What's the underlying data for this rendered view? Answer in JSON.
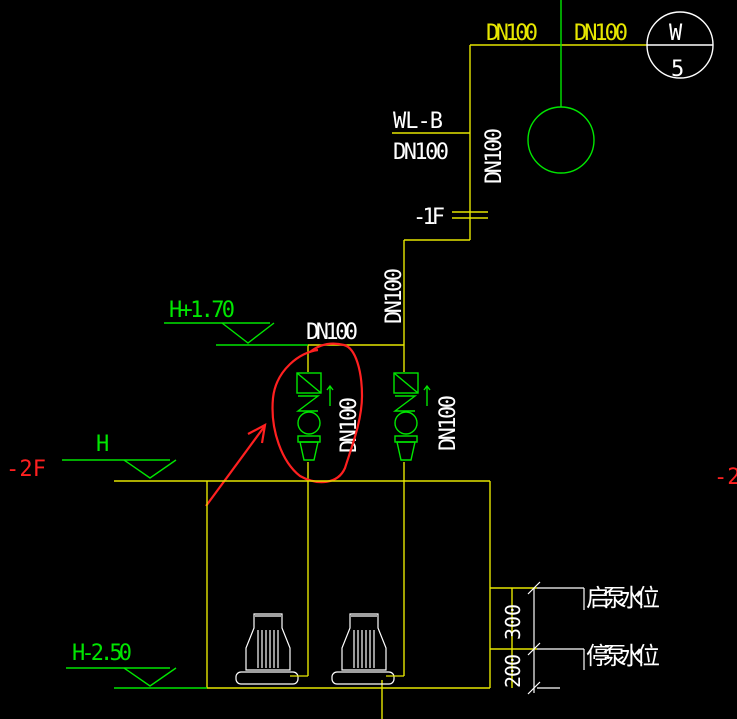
{
  "colors": {
    "background": "#000000",
    "yellow": "#e6e600",
    "green": "#00e600",
    "white": "#ffffff",
    "red": "#ff2020"
  },
  "labels": {
    "pipe_top_left": "DN100",
    "pipe_top_right": "DN100",
    "wl_b": "WL-B",
    "wl_b_size": "DN100",
    "riser_upper": "DN100",
    "floor_minus_1": "-1F",
    "riser_lower": "DN100",
    "header": "DN100",
    "pump_left_pipe": "DN100",
    "pump_right_pipe": "DN100",
    "level_h_170": "H+1.70",
    "level_h": "H",
    "level_h_250": "H-2.50",
    "floor_minus_2": "-2F",
    "floor_minus_2_right": "-2",
    "dim_300": "300",
    "dim_200": "200",
    "start_pump_level": "启泵水位",
    "stop_pump_level": "停泵水位"
  },
  "marker": {
    "letter": "W",
    "number": "5"
  }
}
